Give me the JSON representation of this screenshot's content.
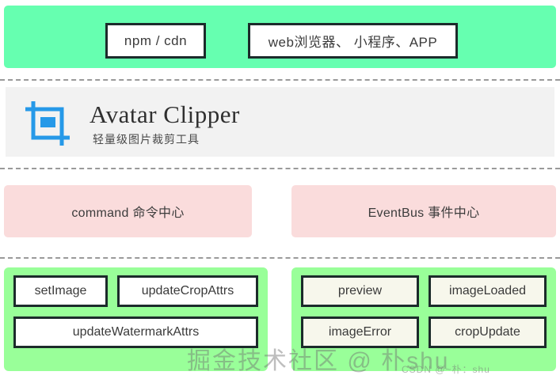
{
  "consumers": {
    "boxes": [
      {
        "label": "npm / cdn",
        "name": "npm-cdn-box"
      },
      {
        "label": "web浏览器、 小程序、APP",
        "name": "clients-box"
      }
    ],
    "band_color": "#66FFB0"
  },
  "product": {
    "icon": "crop-icon",
    "icon_color": "#2699E8",
    "title": "Avatar Clipper",
    "subtitle": "轻量级图片裁剪工具",
    "band_color": "#f2f2f2"
  },
  "centers": {
    "color": "#FADCDC",
    "items": [
      {
        "label": "command 命令中心",
        "name": "command-center"
      },
      {
        "label": "EventBus 事件中心",
        "name": "eventbus-center"
      }
    ]
  },
  "commands": {
    "panel_color": "#99FF99",
    "rows": [
      [
        {
          "label": "setImage",
          "name": "command-set-image",
          "width": "small"
        },
        {
          "label": "updateCropAttrs",
          "name": "command-update-crop-attrs",
          "width": "wide"
        }
      ],
      [
        {
          "label": "updateWatermarkAttrs",
          "name": "command-update-watermark-attrs",
          "width": "full"
        }
      ]
    ]
  },
  "events": {
    "panel_color": "#99FF99",
    "rows": [
      [
        {
          "label": "preview",
          "name": "event-preview",
          "width": "wide"
        },
        {
          "label": "imageLoaded",
          "name": "event-image-loaded",
          "width": "wide"
        }
      ],
      [
        {
          "label": "imageError",
          "name": "event-image-error",
          "width": "wide"
        },
        {
          "label": "cropUpdate",
          "name": "event-crop-update",
          "width": "wide"
        }
      ]
    ]
  },
  "watermark": {
    "main": "掘金技术社区 @ 朴shu",
    "sub": "CSDN @~朴：shu"
  }
}
